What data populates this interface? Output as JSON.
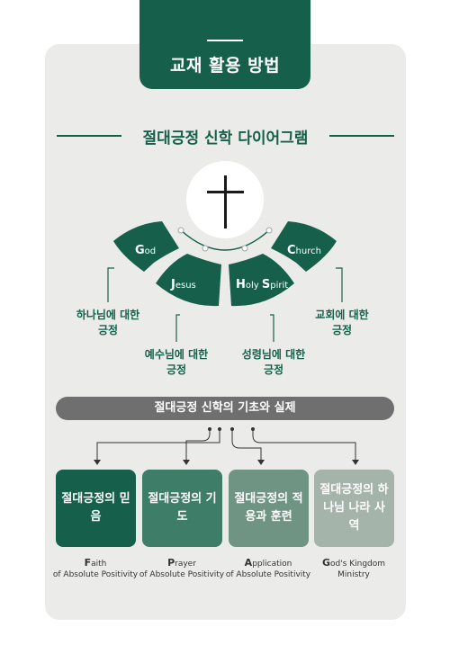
{
  "header": {
    "title": "교재 활용 방법"
  },
  "subtitle": "절대긍정 신학 다이어그램",
  "petals": [
    {
      "initial": "G",
      "rest": "od"
    },
    {
      "initial": "J",
      "rest": "esus"
    },
    {
      "initial_1": "H",
      "rest_1": "oly ",
      "initial_2": "S",
      "rest_2": "pirit"
    },
    {
      "initial": "C",
      "rest": "hurch"
    }
  ],
  "callouts": [
    {
      "line1": "하나님에 대한",
      "line2": "긍정"
    },
    {
      "line1": "예수님에 대한",
      "line2": "긍정"
    },
    {
      "line1": "성령님에 대한",
      "line2": "긍정"
    },
    {
      "line1": "교회에 대한",
      "line2": "긍정"
    }
  ],
  "banner": "절대긍정 신학의 기초와 실제",
  "boxes": [
    {
      "label": "절대긍정의 믿음",
      "color": "#16604b",
      "initial": "F",
      "rest": "aith",
      "sub": "of Absolute Positivity"
    },
    {
      "label": "절대긍정의 기도",
      "color": "#3e7d67",
      "initial": "P",
      "rest": "rayer",
      "sub": "of Absolute Positivity"
    },
    {
      "label": "절대긍정의 적용과 훈련",
      "color": "#6f9483",
      "initial": "A",
      "rest": "pplication",
      "sub": "of Absolute Positivity"
    },
    {
      "label": "절대긍정의 하나님 나라 사역",
      "color": "#a4b4aa",
      "initial": "G",
      "rest": "od's Kingdom",
      "sub": "Ministry"
    }
  ],
  "colors": {
    "primary": "#16604b",
    "panel": "#ebecea",
    "banner": "#6f6f6f"
  }
}
